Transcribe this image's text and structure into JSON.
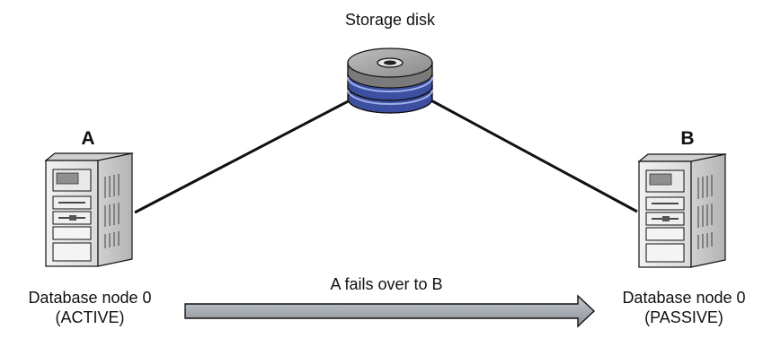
{
  "storage": {
    "label": "Storage disk"
  },
  "node_a": {
    "letter": "A",
    "name": "Database node 0",
    "state": "(ACTIVE)"
  },
  "node_b": {
    "letter": "B",
    "name": "Database node 0",
    "state": "(PASSIVE)"
  },
  "failover": {
    "label": "A fails over to B"
  },
  "colors": {
    "line": "#111111",
    "server_body": "#e6e6e6",
    "disk_blue": "#3c4fa0",
    "arrow_fill": "#9aa2a8"
  },
  "icons": {
    "storage": "storage-disk-icon",
    "server": "server-tower-icon",
    "arrow": "failover-arrow-icon"
  }
}
